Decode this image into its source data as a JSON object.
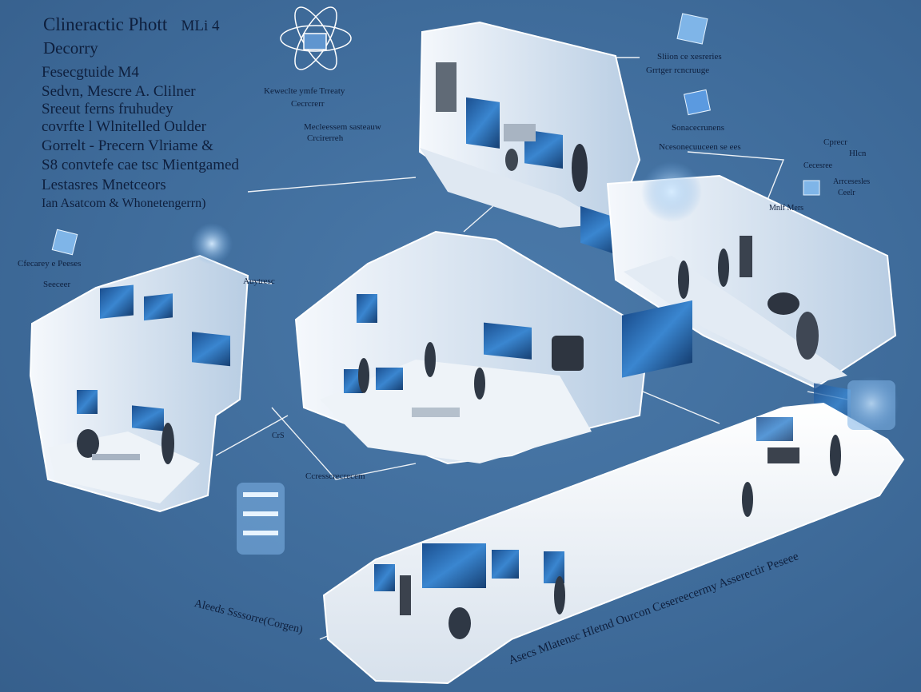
{
  "title": "Clineractic Phott",
  "title_tag": "MLi 4",
  "subtitle": "Decorry",
  "sidebar_lines": [
    "Fesecgtuide M4",
    "Sedvn, Mescre A. Clilner",
    "Sreeut ferns fruhudey",
    "covrfte l Wlnitelled Oulder",
    "Gorrelt - Precern Vlriame &",
    "S8 convtefe cae tsc Mientgamed",
    "Lestasres Mnetceors",
    "Ian Asatcom & Whonetengerrn)"
  ],
  "callouts": {
    "top_center_1": "Keweclte ymfe Trreaty",
    "top_center_2": "Cecrcrerr",
    "mid_center_1": "Mecleessem sasteauw",
    "mid_center_2": "Crcirerreh",
    "top_right_1": "Sliion ce xesreries",
    "top_right_2": "Grrtger rcncruuge",
    "right_mid_1": "Sonacecrunens",
    "right_mid_2": "Ncesonecuuceen se ees",
    "right_side_1": "Cprecr",
    "right_side_2": "Hlcn",
    "right_side_3": "Cecesree",
    "right_side_4": "Arrcesesles",
    "right_side_5": "Ceelr",
    "right_low": "Mnlf Mers",
    "left_1": "Cfecarey e Peeses",
    "left_2": "Seeceer",
    "left_center": "Auytresc",
    "center_small": "CrS",
    "bottom_mid": "Ccresscrecrecem",
    "bottom_left": "Aleeds Ssssorre(Corgen)",
    "bottom_right_1": "Asecs Mlatensc Hletnd Ourcon Cesereecermy Asserectir Peseee"
  },
  "colors": {
    "background": "#3f6c9b",
    "platform": "#eef2f6",
    "screen": "#2e6fb8",
    "glow": "#7fb5e8"
  }
}
